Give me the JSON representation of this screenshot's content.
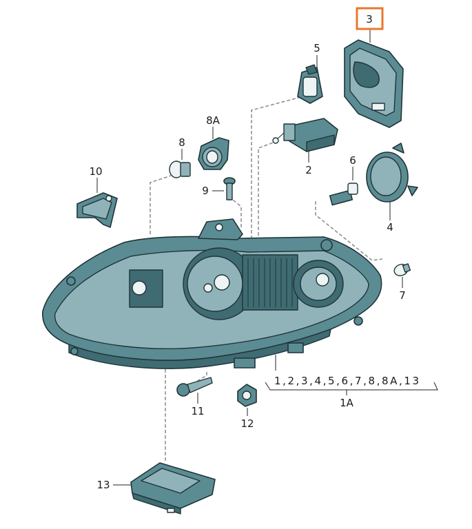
{
  "diagram": {
    "highlight_color": "#e8772e",
    "part_color": "#5b8c93",
    "labels": {
      "p1": "1",
      "p2": "2",
      "p3": "3",
      "p4": "4",
      "p5": "5",
      "p6": "6",
      "p7": "7",
      "p8": "8",
      "p8a": "8A",
      "p9": "9",
      "p10": "10",
      "p11": "11",
      "p12": "12",
      "p13": "13",
      "assembly_list": "1,2,3,4,5,6,7,8,8A,13",
      "assembly_name": "1A"
    }
  }
}
